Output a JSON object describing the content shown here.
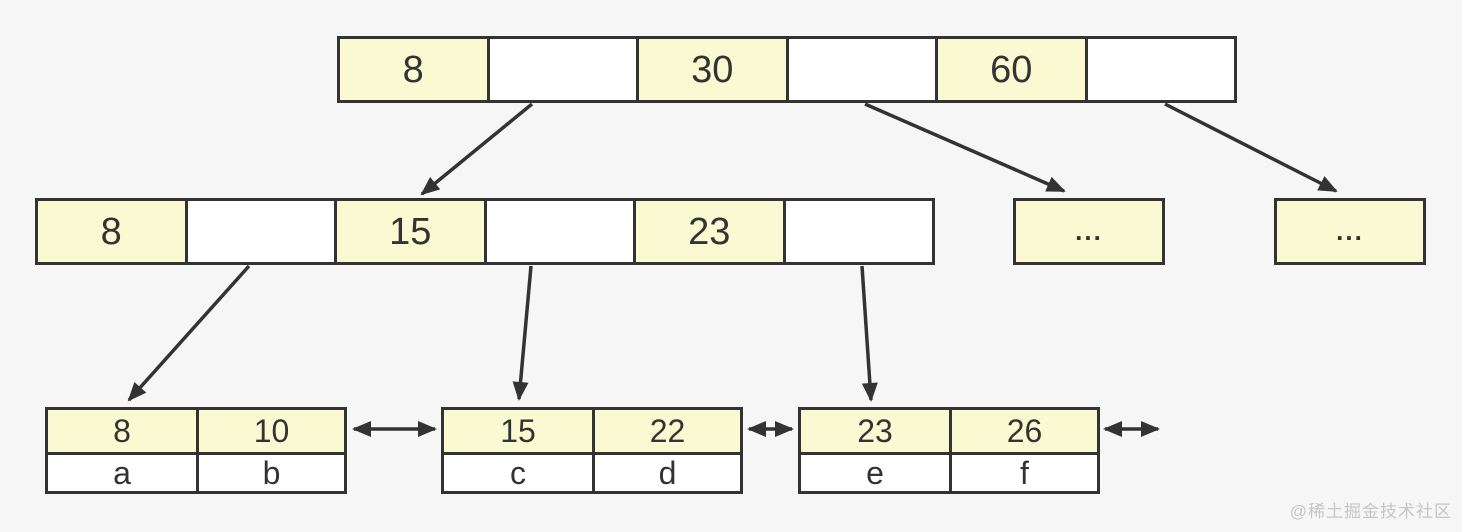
{
  "diagram_type": "b-plus-tree",
  "colors": {
    "background": "#f6f6f6",
    "key_cell_fill": "#fafad2",
    "pointer_cell_fill": "#ffffff",
    "border": "#333333",
    "arrow": "#333333",
    "text": "#333333",
    "watermark_text": "#c6c6c6"
  },
  "tree": {
    "root": {
      "cells": [
        "8",
        "",
        "30",
        "",
        "60",
        ""
      ]
    },
    "internal": {
      "cells": [
        "8",
        "",
        "15",
        "",
        "23",
        ""
      ]
    },
    "ellipsis_nodes": [
      "...",
      "..."
    ],
    "leaves": [
      {
        "keys": [
          "8",
          "10"
        ],
        "values": [
          "a",
          "b"
        ]
      },
      {
        "keys": [
          "15",
          "22"
        ],
        "values": [
          "c",
          "d"
        ]
      },
      {
        "keys": [
          "23",
          "26"
        ],
        "values": [
          "e",
          "f"
        ]
      }
    ]
  },
  "watermark": "@稀土掘金技术社区"
}
